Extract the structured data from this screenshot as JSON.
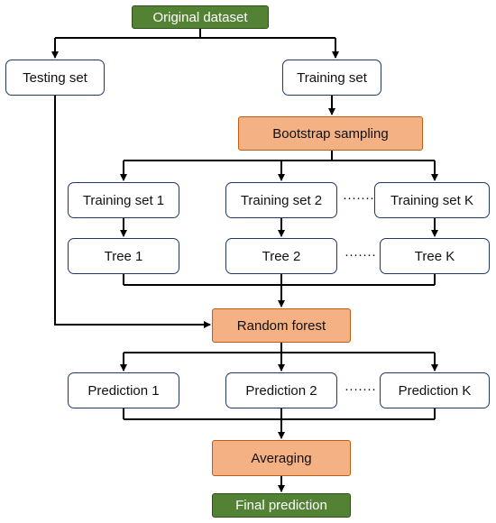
{
  "nodes": {
    "original_dataset": "Original dataset",
    "testing_set": "Testing set",
    "training_set": "Training set",
    "bootstrap_sampling": "Bootstrap sampling",
    "training_set_1": "Training set 1",
    "training_set_2": "Training set 2",
    "training_set_k": "Training set K",
    "tree_1": "Tree 1",
    "tree_2": "Tree 2",
    "tree_k": "Tree K",
    "random_forest": "Random forest",
    "prediction_1": "Prediction 1",
    "prediction_2": "Prediction 2",
    "prediction_k": "Prediction K",
    "averaging": "Averaging",
    "final_prediction": "Final prediction"
  },
  "ellipsis": "·······",
  "colors": {
    "green_fill": "#548235",
    "orange_fill": "#f4b183",
    "box_border": "#1f3864",
    "line": "#000000"
  }
}
